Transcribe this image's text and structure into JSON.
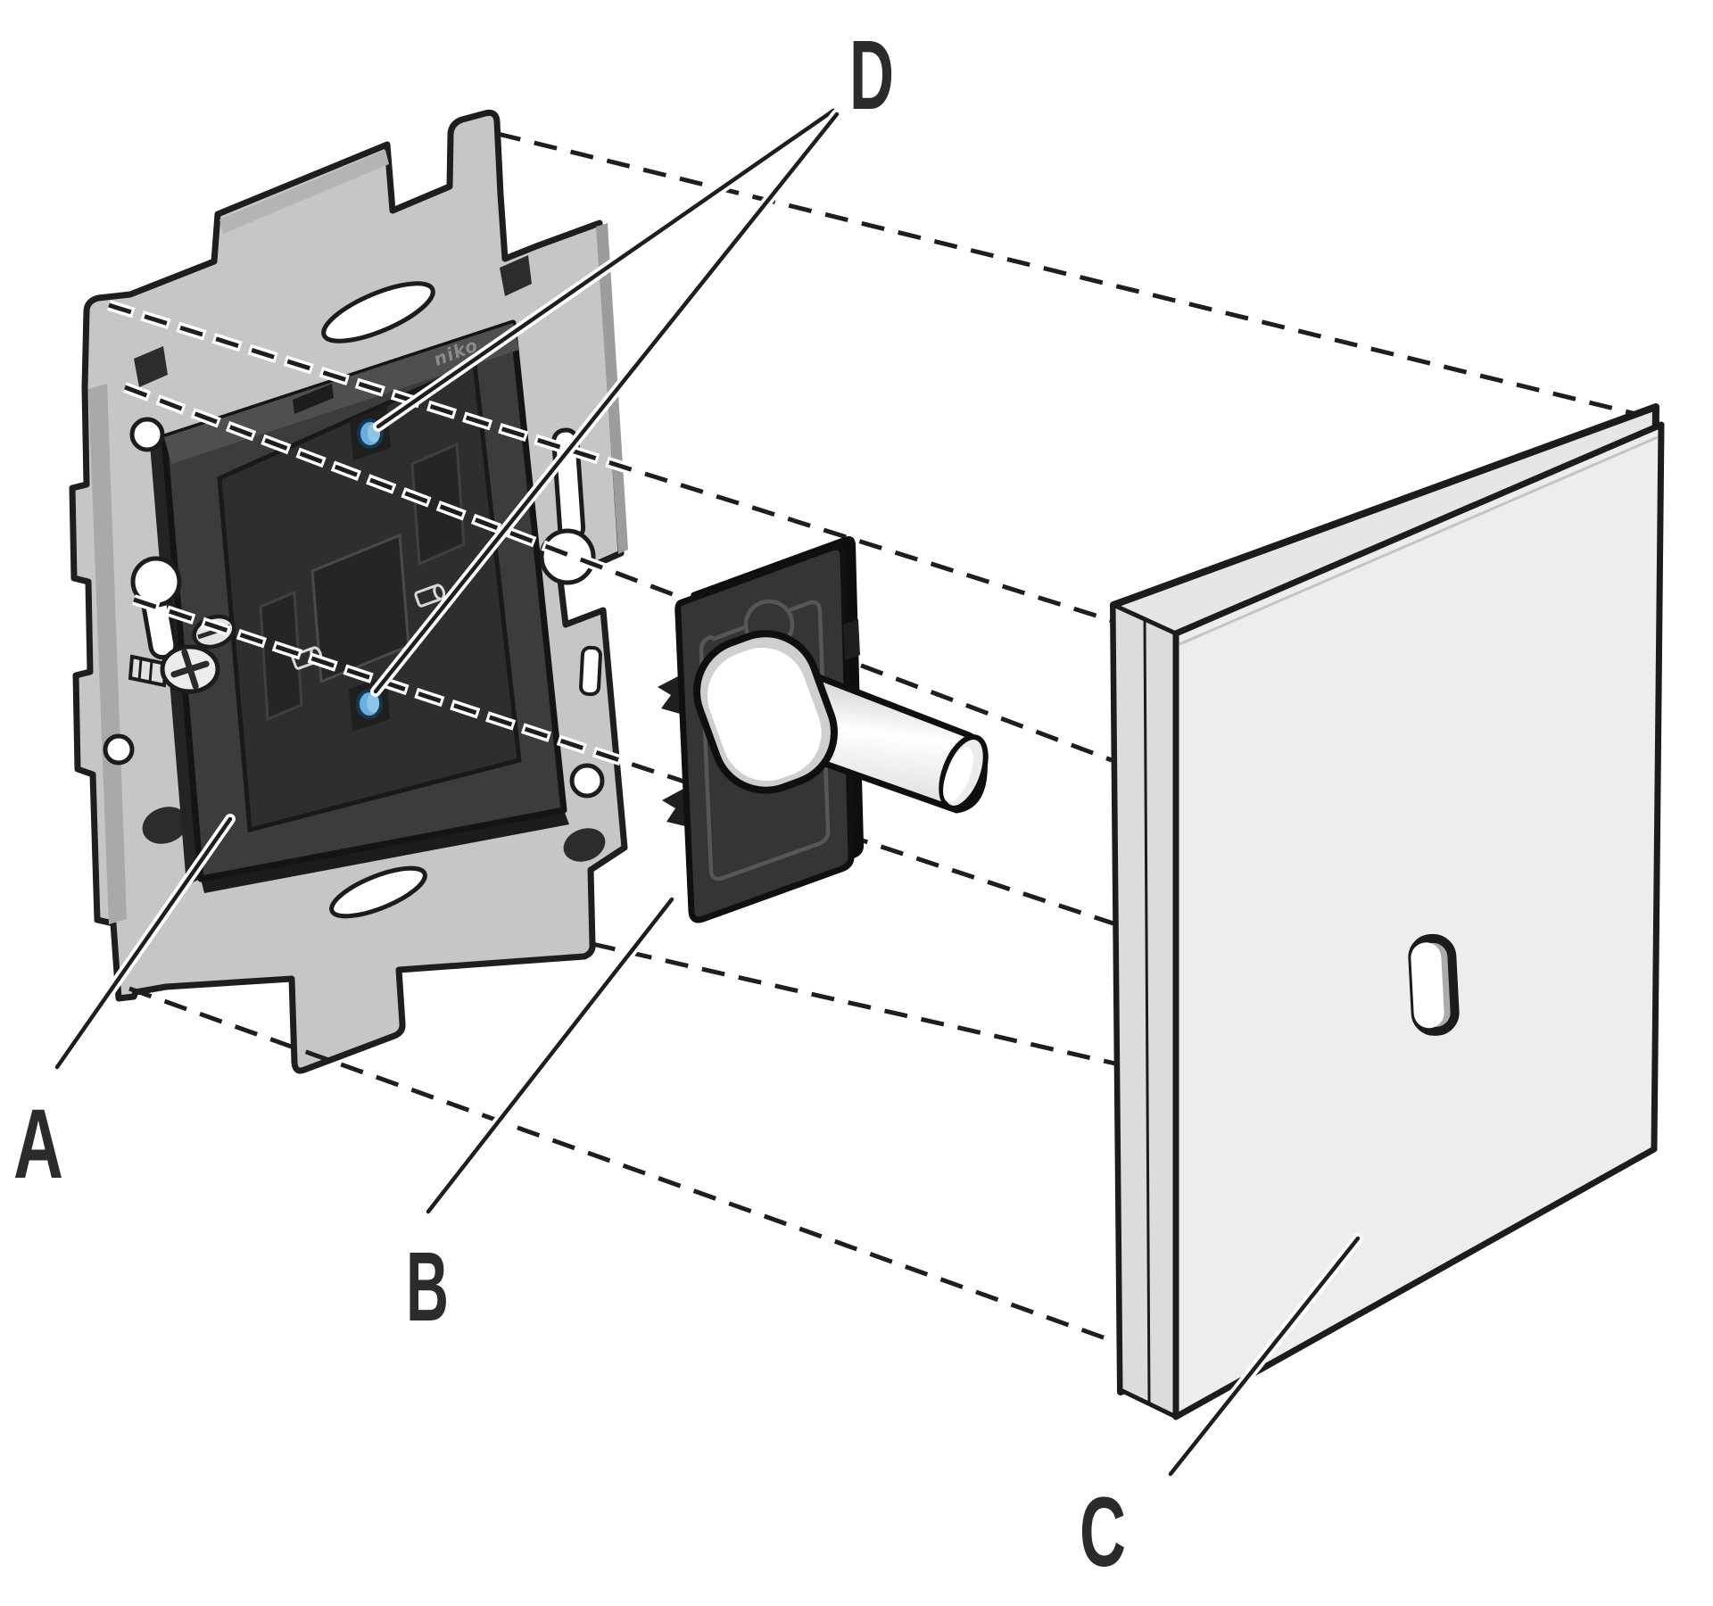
{
  "diagram": {
    "labels": {
      "a": "A",
      "b": "B",
      "c": "C",
      "d": "D"
    },
    "brand_text": "niko",
    "colors": {
      "outline": "#1e1e1e",
      "metal_grey": "#c6c6c6",
      "module_grey": "#3c3c3c",
      "led_blue": "#69aede",
      "plate_grey": "#ededed",
      "shaft_grey": "#e0e0e0",
      "label_text": "#2b2b2b"
    }
  }
}
